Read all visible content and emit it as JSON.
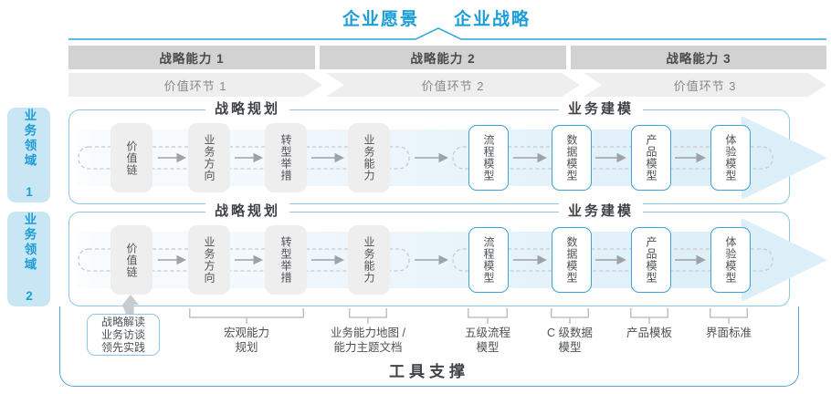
{
  "header": {
    "vision": "企业愿景",
    "strategy": "企业战略"
  },
  "capability_bars": [
    {
      "label": "战略能力 1"
    },
    {
      "label": "战略能力 2"
    },
    {
      "label": "战略能力 3"
    }
  ],
  "value_chevrons": [
    {
      "label": "价值环节 1"
    },
    {
      "label": "价值环节 2"
    },
    {
      "label": "价值环节 3"
    }
  ],
  "domain_tabs": [
    {
      "label": "业务领域 1"
    },
    {
      "label": "业务领域 2"
    }
  ],
  "row": {
    "planning_title": "战略规划",
    "modeling_title": "业务建模",
    "planning_boxes": [
      "价值链",
      "业务方向",
      "转型举措",
      "业务能力"
    ],
    "modeling_boxes": [
      "流程模型",
      "数据模型",
      "产品模型",
      "体验模型"
    ]
  },
  "annotations": {
    "strategy_input": [
      "战略解读",
      "业务访谈",
      "领先实践"
    ],
    "macro_capability": [
      "宏观能力",
      "规划"
    ],
    "capability_map": [
      "业务能力地图 /",
      "能力主题文档"
    ],
    "process_l5": [
      "五级流程",
      "模型"
    ],
    "data_c": [
      "C 级数据",
      "模型"
    ],
    "product_template": "产品模板",
    "ui_standard": "界面标准"
  },
  "footer": {
    "label": "工具支撑"
  },
  "colors": {
    "accent_blue": "#1B9DD8",
    "box_border_blue": "#3BA3D6",
    "container_border": "#8CC7E5",
    "band_blue": "#DCEEF8",
    "bar_gray": "#D2D2D2"
  }
}
